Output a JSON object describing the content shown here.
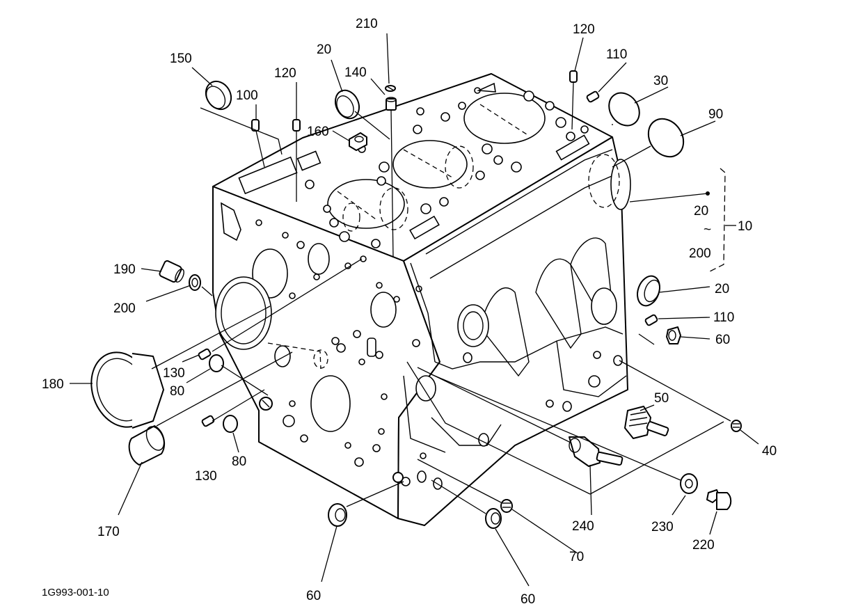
{
  "diagram": {
    "figure_id": "1G993-001-10",
    "range_bracket": {
      "callout": "10",
      "from": "20",
      "tilde": "~",
      "to": "200"
    },
    "callouts": [
      {
        "id": "c150",
        "label": "150"
      },
      {
        "id": "c100",
        "label": "100"
      },
      {
        "id": "c120a",
        "label": "120"
      },
      {
        "id": "c20a",
        "label": "20"
      },
      {
        "id": "c140",
        "label": "140"
      },
      {
        "id": "c210",
        "label": "210"
      },
      {
        "id": "c160",
        "label": "160"
      },
      {
        "id": "c120b",
        "label": "120"
      },
      {
        "id": "c110a",
        "label": "110"
      },
      {
        "id": "c30",
        "label": "30"
      },
      {
        "id": "c90",
        "label": "90"
      },
      {
        "id": "c190",
        "label": "190"
      },
      {
        "id": "c200",
        "label": "200"
      },
      {
        "id": "c20b",
        "label": "20"
      },
      {
        "id": "c110b",
        "label": "110"
      },
      {
        "id": "c60a",
        "label": "60"
      },
      {
        "id": "c130a",
        "label": "130"
      },
      {
        "id": "c80a",
        "label": "80"
      },
      {
        "id": "c180",
        "label": "180"
      },
      {
        "id": "c50",
        "label": "50"
      },
      {
        "id": "c40",
        "label": "40"
      },
      {
        "id": "c130b",
        "label": "130"
      },
      {
        "id": "c80b",
        "label": "80"
      },
      {
        "id": "c170",
        "label": "170"
      },
      {
        "id": "c240",
        "label": "240"
      },
      {
        "id": "c230",
        "label": "230"
      },
      {
        "id": "c220",
        "label": "220"
      },
      {
        "id": "c70",
        "label": "70"
      },
      {
        "id": "c60b",
        "label": "60"
      },
      {
        "id": "c60c",
        "label": "60"
      }
    ]
  }
}
